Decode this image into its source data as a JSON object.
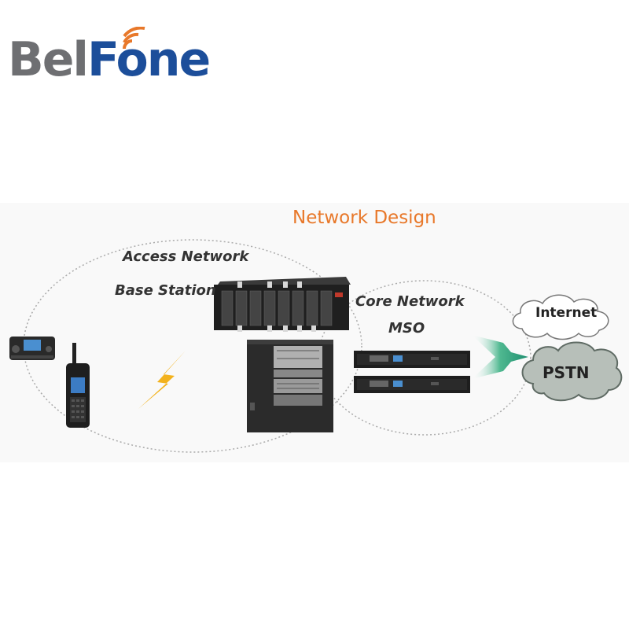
{
  "logo": {
    "part1": "Bel",
    "part2": "Fone",
    "gray": "#6e6f72",
    "blue": "#1c4e9a",
    "wave_color": "#e8782a"
  },
  "diagram": {
    "title": "Network Design",
    "access_label": "Access Network",
    "base_station_label": "Base Station",
    "core_label": "Core Network",
    "mso_label": "MSO",
    "internet_label": "Internet",
    "pstn_label": "PSTN"
  },
  "colors": {
    "title": "#e8782a",
    "bolt": "#f3b21c",
    "arrow": "#1f8f70",
    "cloud_pstn": "#b7bfb9"
  },
  "icons": [
    "mobile-radio-icon",
    "handheld-radio-icon",
    "lightning-icon",
    "rack-chassis-icon",
    "cabinet-icon",
    "mso-server-icon",
    "arrow-icon",
    "internet-cloud-icon",
    "pstn-cloud-icon"
  ]
}
